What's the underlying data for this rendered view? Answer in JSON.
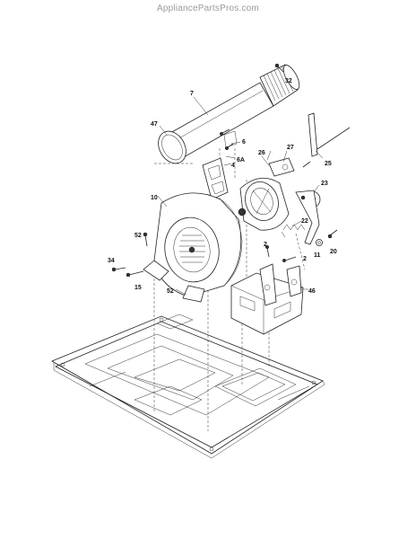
{
  "watermark": "AppliancePartsPros.com",
  "callouts": [
    {
      "id": "c32",
      "text": "32"
    },
    {
      "id": "c7",
      "text": "7"
    },
    {
      "id": "c47",
      "text": "47"
    },
    {
      "id": "c6",
      "text": "6"
    },
    {
      "id": "c6a",
      "text": "6A"
    },
    {
      "id": "c4",
      "text": "4"
    },
    {
      "id": "c26",
      "text": "26"
    },
    {
      "id": "c27",
      "text": "27"
    },
    {
      "id": "c25",
      "text": "25"
    },
    {
      "id": "c23",
      "text": "23"
    },
    {
      "id": "c10",
      "text": "10"
    },
    {
      "id": "c22",
      "text": "22"
    },
    {
      "id": "c52a",
      "text": "52"
    },
    {
      "id": "c2a",
      "text": "2"
    },
    {
      "id": "c2b",
      "text": "2"
    },
    {
      "id": "c20",
      "text": "20"
    },
    {
      "id": "c11",
      "text": "11"
    },
    {
      "id": "c34",
      "text": "34"
    },
    {
      "id": "c15",
      "text": "15"
    },
    {
      "id": "c52b",
      "text": "52"
    },
    {
      "id": "c46",
      "text": "46"
    }
  ]
}
